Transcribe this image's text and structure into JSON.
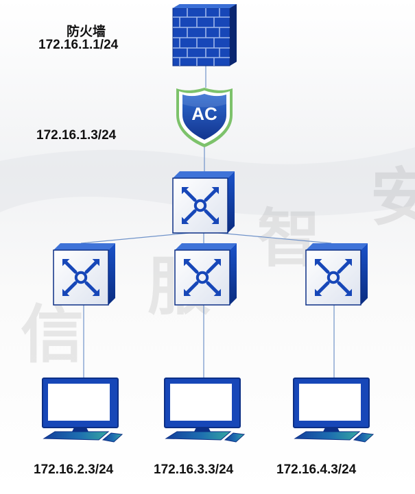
{
  "watermark": [
    "信",
    "服",
    "智",
    "安"
  ],
  "nodes": {
    "firewall": {
      "name": "防火墙",
      "ip": "172.16.1.1/24",
      "icon": "firewall-icon"
    },
    "ac": {
      "badge": "AC",
      "ip": "172.16.1.3/24",
      "icon": "shield-icon"
    },
    "core_switch": {
      "icon": "switch-icon"
    },
    "access_switches": [
      {
        "icon": "switch-icon"
      },
      {
        "icon": "switch-icon"
      },
      {
        "icon": "switch-icon"
      }
    ],
    "hosts": [
      {
        "ip": "172.16.2.3/24",
        "icon": "computer-icon"
      },
      {
        "ip": "172.16.3.3/24",
        "icon": "computer-icon"
      },
      {
        "ip": "172.16.4.3/24",
        "icon": "computer-icon"
      }
    ]
  },
  "colors": {
    "device_blue": "#1747b8",
    "device_dark": "#0c2f86",
    "device_light": "#e9edf6",
    "shield_green": "#7dc26b",
    "line": "#6f92c9"
  }
}
